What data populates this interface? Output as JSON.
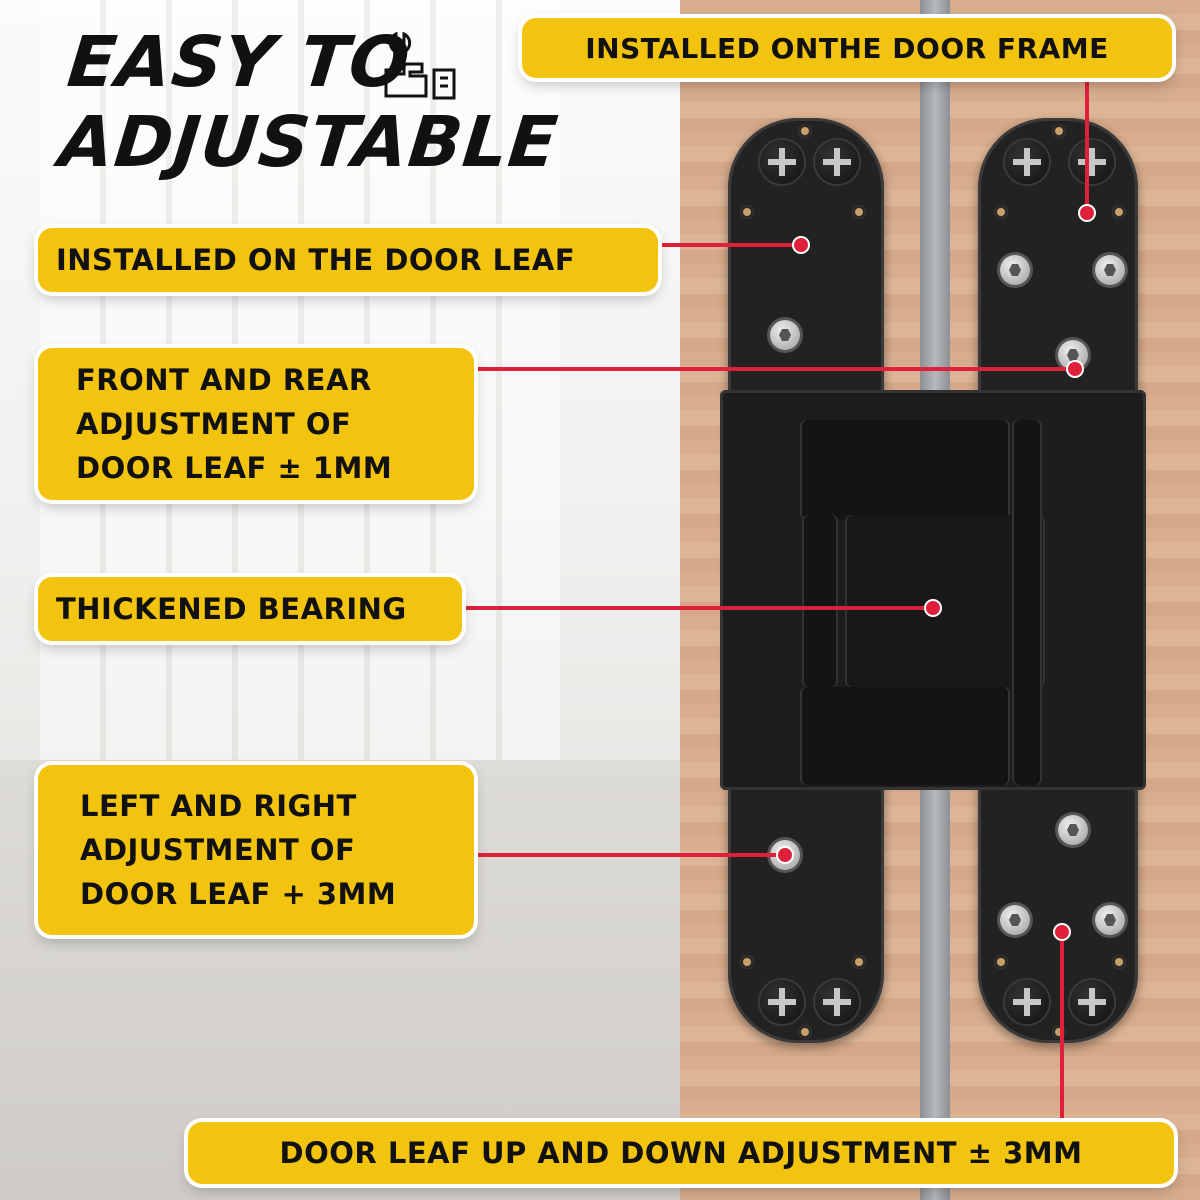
{
  "title": {
    "line1": "EASY TO",
    "line2": "ADJUSTABLE"
  },
  "callouts": {
    "frame": "INSTALLED ONTHE DOOR FRAME",
    "leaf": "INSTALLED ON THE DOOR LEAF",
    "front_rear": [
      "FRONT AND REAR",
      "ADJUSTMENT OF",
      "DOOR LEAF ± 1MM"
    ],
    "bearing": "THICKENED BEARING",
    "left_right": [
      "LEFT AND RIGHT",
      "ADJUSTMENT OF",
      "DOOR LEAF + 3MM"
    ],
    "up_down": "DOOR LEAF UP AND DOWN ADJUSTMENT ± 3MM"
  },
  "icons": {
    "title_icon": "wrench-hand-icon"
  },
  "colors": {
    "badge": "#f2c30f",
    "leader": "#e0203a",
    "hinge": "#1d1d1d"
  }
}
